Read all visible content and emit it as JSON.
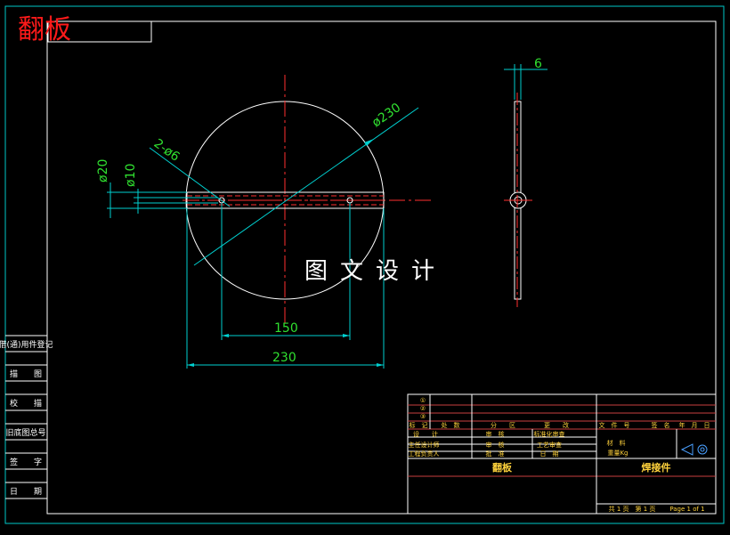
{
  "title": "翻板",
  "watermark": "图文设计",
  "dimensions": {
    "d230_circle": "ø230",
    "holes": "2-ø6",
    "d20": "ø20",
    "d10": "ø10",
    "thickness": "6",
    "spacing": "150",
    "width": "230"
  },
  "left_strip": [
    "借(通)用件登记",
    "描　　图",
    "校　　描",
    "旧底图总号",
    "签　　字",
    "日　　期"
  ],
  "title_block": {
    "revision_rows": [
      "①",
      "②",
      "③"
    ],
    "change_header": [
      "标　记",
      "处　数",
      "分　　区",
      "更　　改",
      "文　件　号",
      "签　名",
      "年　月　日"
    ],
    "row1": [
      "设　　计",
      "审　核",
      "标准化审查"
    ],
    "row2": [
      "主任设计师",
      "审　核",
      "工艺审查"
    ],
    "row3": [
      "工程负责人",
      "批　准",
      "日　期"
    ],
    "material_label": "材　料",
    "weight_label": "重量Kg",
    "part_name": "翻板",
    "part_type": "焊接件",
    "sheet_info": "共 1 页　第 1 页",
    "page_info": "Page 1 of 1"
  }
}
